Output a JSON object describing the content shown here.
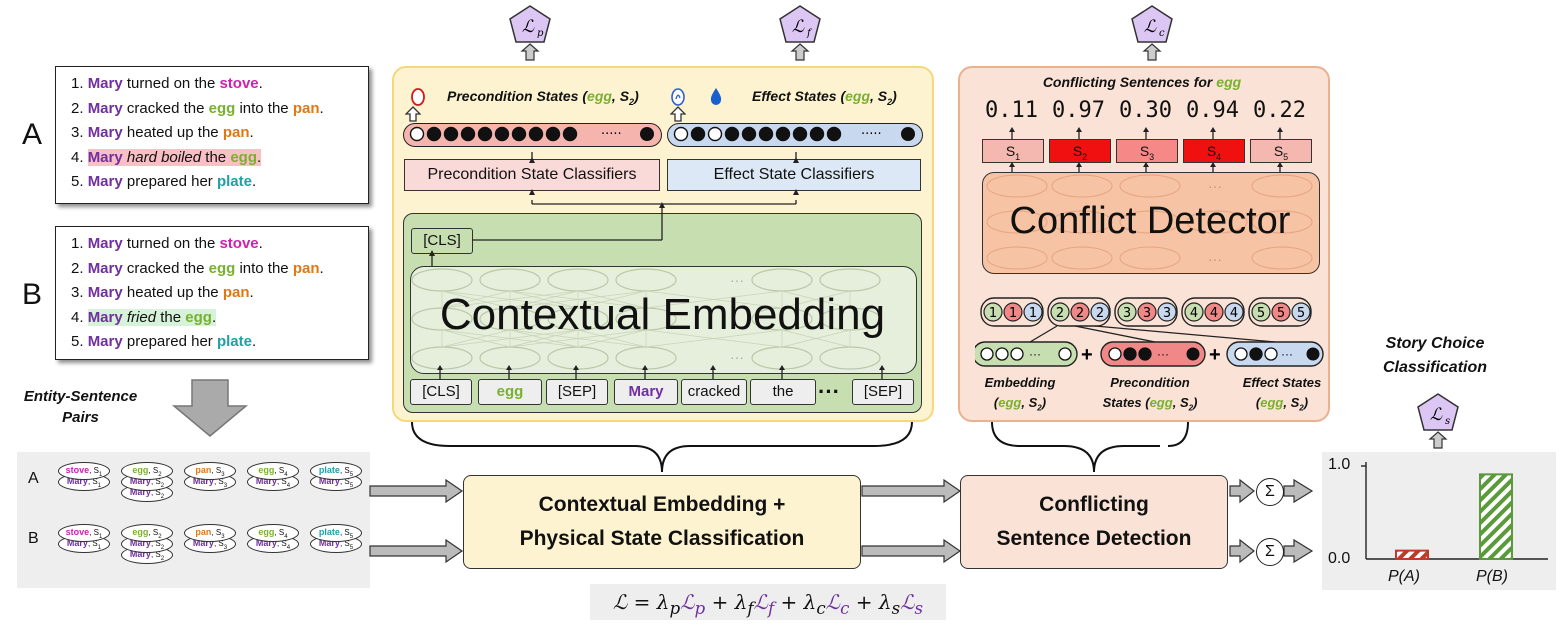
{
  "story_a": {
    "letter": "A",
    "lines": [
      {
        "n": "1.",
        "parts": [
          [
            "Mary",
            "mary"
          ],
          [
            " turned on the ",
            ""
          ],
          [
            "stove",
            "stove"
          ],
          [
            ".",
            ""
          ]
        ]
      },
      {
        "n": "2.",
        "parts": [
          [
            "Mary",
            "mary"
          ],
          [
            " cracked the ",
            ""
          ],
          [
            "egg",
            "egg"
          ],
          [
            " into the ",
            ""
          ],
          [
            "pan",
            "pan"
          ],
          [
            ".",
            ""
          ]
        ]
      },
      {
        "n": "3.",
        "parts": [
          [
            "Mary",
            "mary"
          ],
          [
            " heated up the ",
            ""
          ],
          [
            "pan",
            "pan"
          ],
          [
            ".",
            ""
          ]
        ]
      },
      {
        "n": "4.",
        "parts": [
          [
            "Mary",
            "mary"
          ],
          [
            " ",
            ""
          ],
          [
            "hard boiled",
            "italic"
          ],
          [
            " the ",
            ""
          ],
          [
            "egg",
            "egg"
          ],
          [
            ".",
            ""
          ]
        ],
        "highlight": "bad"
      },
      {
        "n": "5.",
        "parts": [
          [
            "Mary",
            "mary"
          ],
          [
            " prepared her ",
            ""
          ],
          [
            "plate",
            "plate"
          ],
          [
            ".",
            ""
          ]
        ]
      }
    ]
  },
  "story_b": {
    "letter": "B",
    "lines": [
      {
        "n": "1.",
        "parts": [
          [
            "Mary",
            "mary"
          ],
          [
            " turned on the ",
            ""
          ],
          [
            "stove",
            "stove"
          ],
          [
            ".",
            ""
          ]
        ]
      },
      {
        "n": "2.",
        "parts": [
          [
            "Mary",
            "mary"
          ],
          [
            " cracked the ",
            ""
          ],
          [
            "egg",
            "egg"
          ],
          [
            " into the ",
            ""
          ],
          [
            "pan",
            "pan"
          ],
          [
            ".",
            ""
          ]
        ]
      },
      {
        "n": "3.",
        "parts": [
          [
            "Mary",
            "mary"
          ],
          [
            " heated up the ",
            ""
          ],
          [
            "pan",
            "pan"
          ],
          [
            ".",
            ""
          ]
        ]
      },
      {
        "n": "4.",
        "parts": [
          [
            "Mary",
            "mary"
          ],
          [
            " ",
            ""
          ],
          [
            "fried",
            "italic"
          ],
          [
            " the ",
            ""
          ],
          [
            "egg",
            "egg"
          ],
          [
            ".",
            ""
          ]
        ],
        "highlight": "good"
      },
      {
        "n": "5.",
        "parts": [
          [
            "Mary",
            "mary"
          ],
          [
            " prepared her ",
            ""
          ],
          [
            "plate",
            "plate"
          ],
          [
            ".",
            ""
          ]
        ]
      }
    ]
  },
  "entity_sentence_pairs_label": "Entity-Sentence Pairs",
  "pairs_rows": {
    "a": "A",
    "b": "B"
  },
  "pairs": [
    "stove",
    "egg",
    "pan",
    "egg",
    "plate"
  ],
  "pair_companion": "Mary",
  "losses": {
    "p": "p",
    "f": "f",
    "c": "c",
    "s": "s",
    "symbol": "ℒ"
  },
  "precondition": {
    "title": "Precondition States",
    "entity": "egg",
    "sent": "S",
    "sub": "2",
    "classifiers": "Precondition State Classifiers"
  },
  "effect": {
    "title": "Effect States",
    "entity": "egg",
    "sent": "S",
    "sub": "2",
    "classifiers": "Effect State Classifiers"
  },
  "cls_token": "[CLS]",
  "contextual_embedding": "Contextual Embedding",
  "tokens": [
    "[CLS]",
    "egg",
    "[SEP]",
    "Mary",
    "cracked",
    "the",
    "[SEP]"
  ],
  "ellipsis": "···",
  "conflict": {
    "title": "Conflicting Sentences for",
    "entity": "egg",
    "scores": [
      "0.11",
      "0.97",
      "0.30",
      "0.94",
      "0.22"
    ],
    "sentences": [
      "S",
      "S",
      "S",
      "S",
      "S"
    ],
    "subs": [
      "1",
      "2",
      "3",
      "4",
      "5"
    ],
    "detector": "Conflict Detector",
    "embedding_label": "Embedding",
    "precondition_label": "Precondition States",
    "effect_label": "Effect States",
    "pair_entity": "egg",
    "pair_sent": "S",
    "pair_sub": "2"
  },
  "bottom": {
    "ce_line1": "Contextual Embedding +",
    "ce_line2": "Physical State Classification",
    "cd_line1": "Conflicting",
    "cd_line2": "Sentence Detection",
    "sigma": "Σ"
  },
  "formula": {
    "lhs": "ℒ",
    "lambda": "λ"
  },
  "story_choice": {
    "title_line1": "Story Choice",
    "title_line2": "Classification",
    "y_top": "1.0",
    "y_bottom": "0.0",
    "labels": [
      "P(A)",
      "P(B)"
    ]
  },
  "chart_data": {
    "type": "bar",
    "categories": [
      "P(A)",
      "P(B)"
    ],
    "values": [
      0.09,
      0.91
    ],
    "ylim": [
      0,
      1
    ],
    "colors": [
      "#c0392b",
      "#5a9a3a"
    ]
  },
  "colors": {
    "red": "#f01010",
    "lightred": "#f78888",
    "pink": "#f4b8b0",
    "lossfill": "#dcc6f4",
    "mary": "#7030a0",
    "egg": "#7ab030"
  }
}
